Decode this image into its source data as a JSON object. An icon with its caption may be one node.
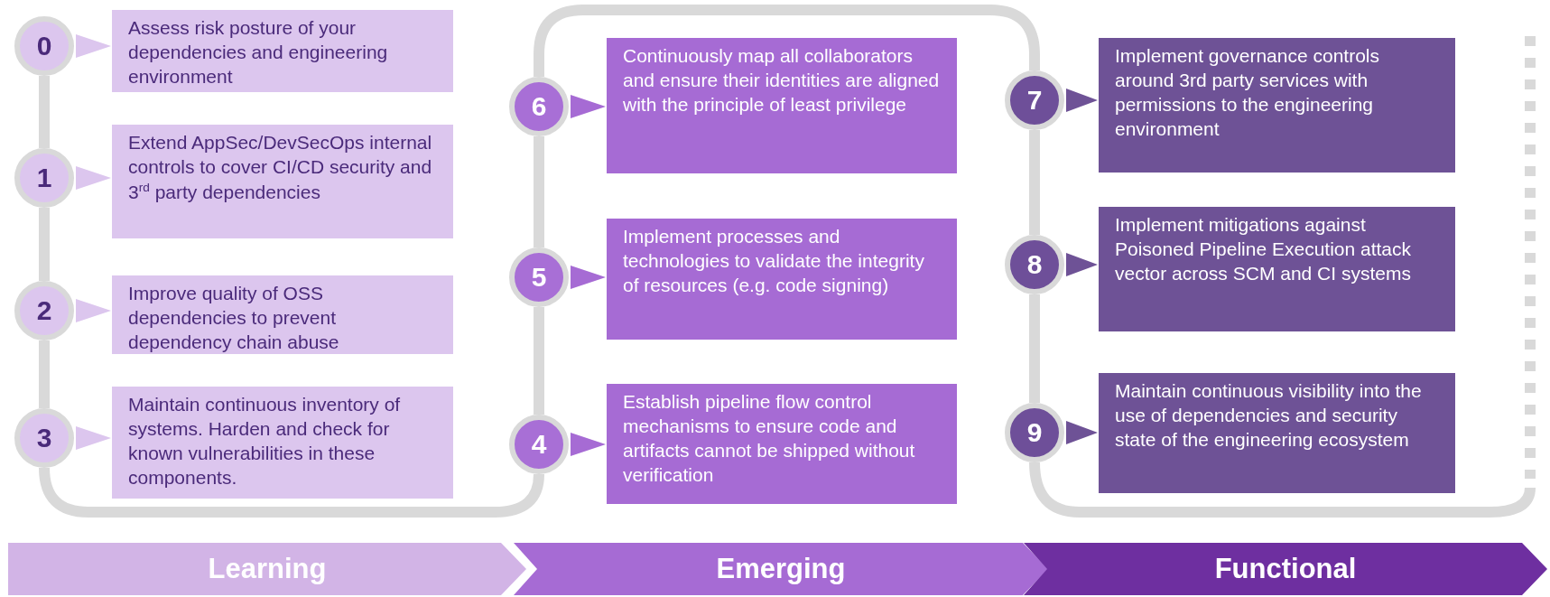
{
  "diagram": {
    "nodes": [
      {
        "text": [
          "0"
        ]
      },
      {
        "text": [
          "Assess risk posture of your dependencies and engineering environment"
        ]
      },
      {
        "text": [
          "1"
        ]
      },
      {
        "text": [
          "Extend AppSec/DevSecOps internal controls to cover CI/CD security and 3$^{rd}$ party dependencies"
        ]
      },
      {
        "text": [
          "2"
        ]
      },
      {
        "text": [
          "Improve quality of OSS dependencies to prevent dependency chain abuse"
        ]
      },
      {
        "text": [
          "3"
        ]
      },
      {
        "text": [
          "Maintain continuous inventory of systems. Harden and check for known vulnerabilities in these components."
        ]
      },
      {
        "text": [
          "4"
        ]
      },
      {
        "text": [
          "Establish pipeline flow control mechanisms to ensure code and artifacts cannot be shipped without verification"
        ]
      },
      {
        "text": [
          "5"
        ]
      },
      {
        "text": [
          "Implement processes and technologies to validate the integrity of resources (e.g. code signing)"
        ]
      },
      {
        "text": [
          "6"
        ]
      },
      {
        "text": [
          "Continuously map all collaborators and ensure their identities are aligned with the principle of least privilege"
        ]
      },
      {
        "text": [
          "7"
        ]
      },
      {
        "text": [
          "Implement governance controls around 3rd party services with permissions to the engineering environment"
        ]
      },
      {
        "text": [
          "8"
        ]
      },
      {
        "text": [
          "Implement mitigations against Poisoned Pipeline Execution attack vector across SCM and CI systems"
        ]
      },
      {
        "text": [
          "9"
        ]
      },
      {
        "text": [
          "Maintain continuous visibility into the use of dependencies and security state of the engineering ecosystem"
        ]
      },
      {
        "text": [
          "Learning"
        ]
      },
      {
        "text": [
          "Emerging"
        ]
      },
      {
        "text": [
          "Functional"
        ]
      }
    ],
    "edges": [
      {
        "from": 0,
        "to": 1,
        "arrow": "to"
      },
      {
        "from": 2,
        "to": 3,
        "arrow": "to"
      },
      {
        "from": 4,
        "to": 5,
        "arrow": "to"
      },
      {
        "from": 6,
        "to": 7,
        "arrow": "to"
      },
      {
        "from": 8,
        "to": 9,
        "arrow": "to"
      },
      {
        "from": 10,
        "to": 11,
        "arrow": "to"
      },
      {
        "from": 12,
        "to": 13,
        "arrow": "to"
      },
      {
        "from": 14,
        "to": 15,
        "arrow": "to"
      },
      {
        "from": 16,
        "to": 17,
        "arrow": "to"
      },
      {
        "from": 18,
        "to": 19,
        "arrow": "to"
      },
      {
        "from": 0,
        "to": 2,
        "arrow": "none"
      },
      {
        "from": 2,
        "to": 4,
        "arrow": "none"
      },
      {
        "from": 4,
        "to": 6,
        "arrow": "none"
      },
      {
        "from": 6,
        "to": 8,
        "arrow": "none"
      },
      {
        "from": 8,
        "to": 10,
        "arrow": "none"
      },
      {
        "from": 10,
        "to": 12,
        "arrow": "none"
      },
      {
        "from": 12,
        "to": 14,
        "arrow": "none"
      },
      {
        "from": 14,
        "to": 16,
        "arrow": "none"
      },
      {
        "from": 16,
        "to": 18,
        "arrow": "none"
      },
      {
        "from": 18,
        "to": null,
        "arrow": "none"
      }
    ]
  }
}
